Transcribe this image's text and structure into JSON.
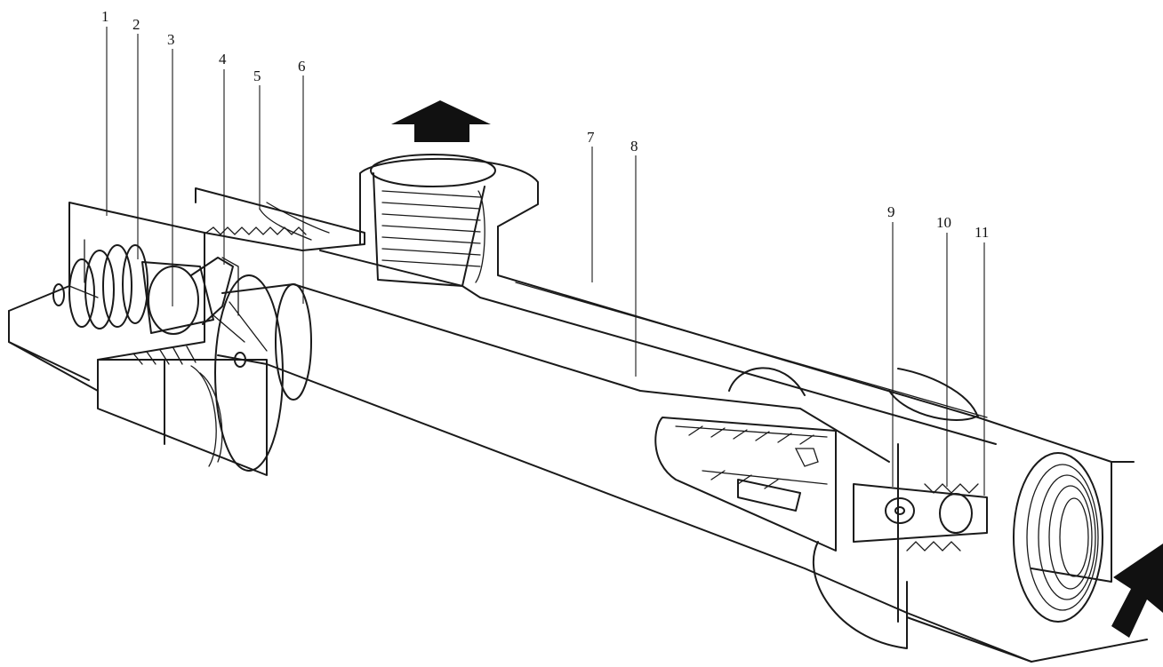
{
  "callouts": [
    {
      "id": "1",
      "text": "1"
    },
    {
      "id": "2",
      "text": "2"
    },
    {
      "id": "3",
      "text": "3"
    },
    {
      "id": "4",
      "text": "4"
    },
    {
      "id": "5",
      "text": "5"
    },
    {
      "id": "6",
      "text": "6"
    },
    {
      "id": "7",
      "text": "7"
    },
    {
      "id": "8",
      "text": "8"
    },
    {
      "id": "9",
      "text": "9"
    },
    {
      "id": "10",
      "text": "10"
    },
    {
      "id": "11",
      "text": "11"
    }
  ],
  "colors": {
    "line": "#1a1a1a",
    "arrow": "#111111",
    "background": "#ffffff"
  },
  "icons": {
    "outlet_arrow": "arrow-up-icon",
    "inlet_arrow": "arrow-diagonal-icon"
  }
}
